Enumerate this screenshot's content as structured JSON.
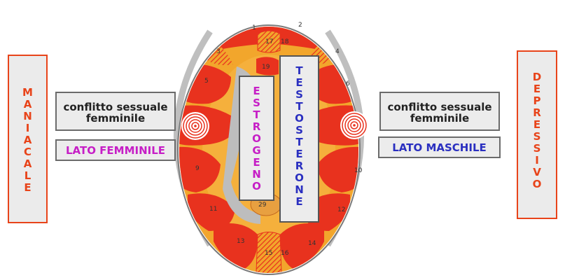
{
  "left_side": {
    "text": "M\nA\nN\nI\nA\nC\nA\nL\nE"
  },
  "right_side": {
    "text": "D\nE\nP\nR\nE\nS\nS\nI\nV\nO"
  },
  "left_conflict": {
    "line1": "conflitto sessuale",
    "line2": "femminile"
  },
  "right_conflict": {
    "line1": "conflitto sessuale",
    "line2": "femminile"
  },
  "left_side_label": "LATO FEMMINILE",
  "right_side_label": "LATO MASCHILE",
  "estrogen": {
    "text": "E\nS\nT\nR\nO\nG\nE\nN\nO"
  },
  "testosterone": {
    "text": "T\nE\nS\nT\nO\nS\nT\nE\nR\nO\nN\nE"
  },
  "region_numbers": {
    "n1": "1",
    "n2": "2",
    "n3": "3",
    "n4": "4",
    "n5": "5",
    "n6": "6",
    "n9": "9",
    "n10": "10",
    "n11": "11",
    "n12": "12",
    "n13": "13",
    "n14": "14",
    "n15": "15",
    "n16": "16",
    "n17": "17",
    "n18": "18",
    "n19": "19",
    "n29": "29"
  },
  "colors": {
    "accent_orange": "#e8441a",
    "female_magenta": "#c61ec6",
    "male_blue": "#2a2fc0",
    "region_red": "#e8321e",
    "background_orange": "#f2a62c"
  }
}
